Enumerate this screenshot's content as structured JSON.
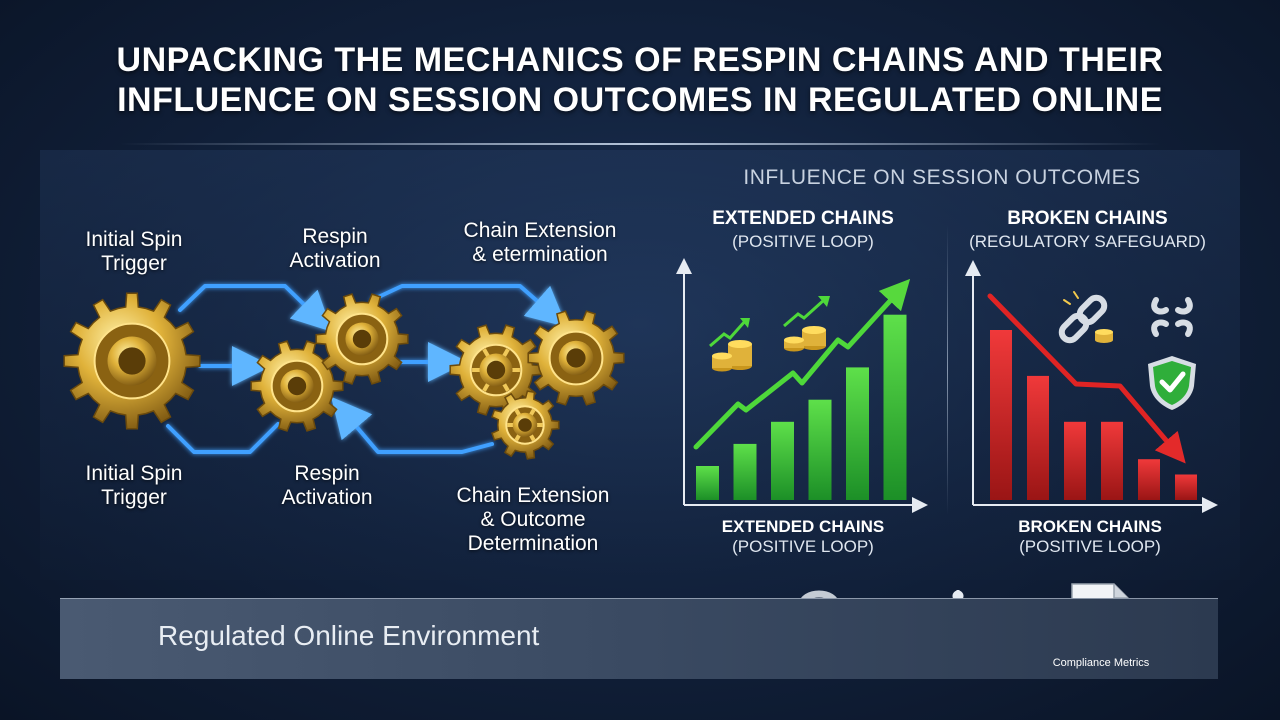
{
  "title": {
    "line1": "UNPACKING THE MECHANICS OF RESPIN CHAINS AND THEIR",
    "line2": "INFLUENCE ON SESSION OUTCOMES IN REGULATED ONLINE"
  },
  "flow": {
    "top_labels": [
      {
        "line1": "Initial Spin",
        "line2": "Trigger"
      },
      {
        "line1": "Respin",
        "line2": "Activation"
      },
      {
        "line1": "Chain Extension",
        "line2": "& etermination"
      }
    ],
    "bottom_labels": [
      {
        "line1": "Initial Spin",
        "line2": "Trigger"
      },
      {
        "line1": "Respin",
        "line2": "Activation"
      },
      {
        "line1": "Chain Extension",
        "line2": "& Outcome",
        "line3": "Determination"
      }
    ],
    "colors": {
      "gear": "#d4a62a",
      "arrow": "#3fa0ff"
    }
  },
  "outcomes": {
    "heading": "INFLUENCE ON SESSION OUTCOMES",
    "extended": {
      "title": "EXTENDED CHAINS",
      "subtitle": "(POSITIVE LOOP)",
      "footer_title": "EXTENDED CHAINS",
      "footer_subtitle": "(POSITIVE LOOP)",
      "icons": [
        "coin-stack-growth-icon",
        "coin-stack-growth-icon"
      ]
    },
    "broken": {
      "title": "BROKEN CHAINS",
      "subtitle": "(REGULATORY SAFEGUARD)",
      "footer_title": "BROKEN CHAINS",
      "footer_subtitle": "(POSITIVE LOOP)",
      "icons": [
        "broken-link-icon",
        "broken-link-icon",
        "shield-check-icon"
      ]
    }
  },
  "chart_data": [
    {
      "type": "bar",
      "trend": "increasing",
      "bar_color": "#2fbf3a",
      "values": [
        1.0,
        1.65,
        2.3,
        2.95,
        3.9,
        5.45
      ]
    },
    {
      "type": "bar",
      "trend": "decreasing",
      "bar_color": "#d92b2b",
      "values": [
        5.0,
        3.65,
        2.3,
        2.3,
        1.2,
        0.75
      ]
    }
  ],
  "footer": {
    "label": "Regulated Online Environment",
    "icons": [
      "padlock-icon",
      "scales-icon",
      "document-icon"
    ],
    "compliance_label": "Compliance Metrics"
  }
}
